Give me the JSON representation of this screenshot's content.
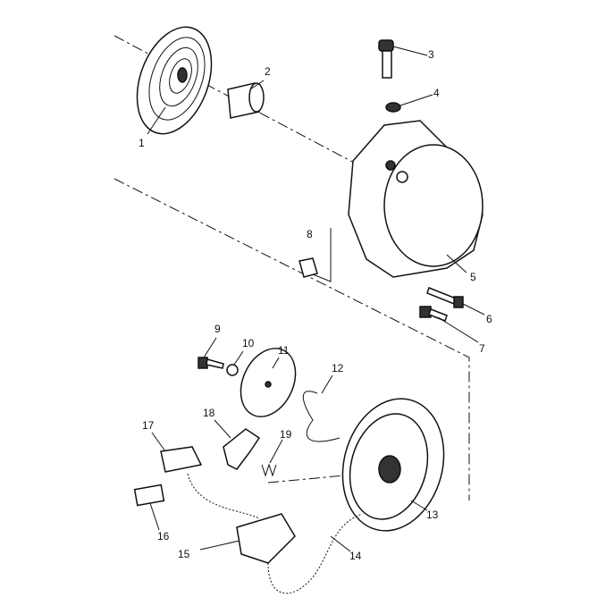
{
  "diagram": {
    "type": "exploded-parts-view",
    "callouts": [
      "1",
      "2",
      "3",
      "4",
      "5",
      "6",
      "7",
      "8",
      "9",
      "10",
      "11",
      "12",
      "13",
      "14",
      "15",
      "16",
      "17",
      "18",
      "19"
    ]
  }
}
